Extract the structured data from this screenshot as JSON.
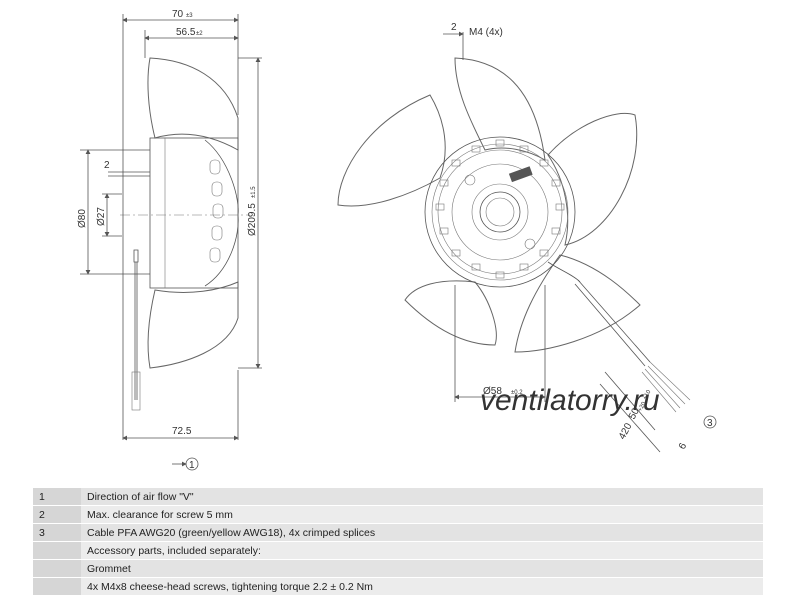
{
  "side_view": {
    "dim_70": "70",
    "dim_70_tol": "±3",
    "dim_56_5": "56.5",
    "dim_56_5_tol": "±2",
    "dim_2": "2",
    "dim_80": "Ø80",
    "dim_27": "Ø27",
    "dim_209": "Ø209.5",
    "dim_209_tol": "±1.5",
    "dim_72_5": "72.5",
    "callout_1": "1"
  },
  "front_view": {
    "dim_2": "2",
    "dim_m4": "M4 (4x)",
    "dim_58": "Ø58",
    "dim_58_tol": "±0.2",
    "dim_50": "50",
    "dim_50_tol": "±10",
    "dim_420": "420",
    "dim_420_tol": "+20",
    "dim_6": "6",
    "callout_3": "3"
  },
  "watermark": "ventilatorry.ru",
  "notes": [
    {
      "num": "1",
      "text": "Direction of air flow \"V\""
    },
    {
      "num": "2",
      "text": "Max. clearance for screw 5 mm"
    },
    {
      "num": "3",
      "text": "Cable PFA AWG20 (green/yellow AWG18), 4x crimped splices"
    },
    {
      "num": "",
      "text": "Accessory parts, included separately:"
    },
    {
      "num": "",
      "text": "Grommet"
    },
    {
      "num": "",
      "text": "4x M4x8 cheese-head screws, tightening torque 2.2 ± 0.2 Nm"
    }
  ]
}
